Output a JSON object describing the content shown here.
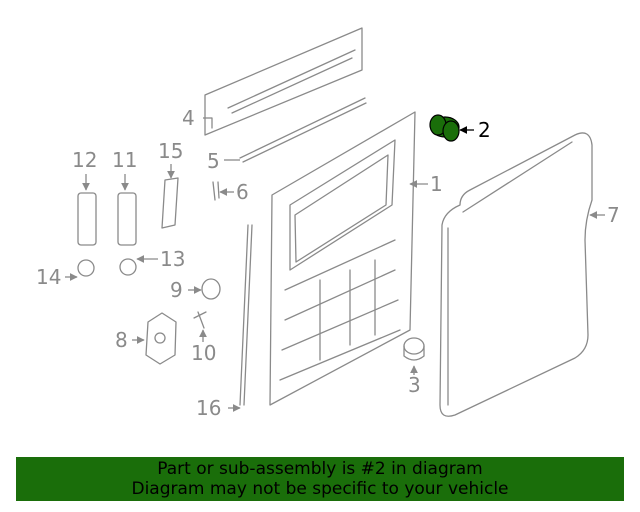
{
  "diagram": {
    "highlight_color": "#1a6e0a",
    "callouts": {
      "c1": "1",
      "c2": "2",
      "c3": "3",
      "c4": "4",
      "c5": "5",
      "c6": "6",
      "c7": "7",
      "c8": "8",
      "c9": "9",
      "c10": "10",
      "c11": "11",
      "c12": "12",
      "c13": "13",
      "c14": "14",
      "c15": "15",
      "c16": "16"
    },
    "highlighted_part": "2"
  },
  "banner": {
    "background": "#1a6e0a",
    "line1": "Part or sub-assembly is #2 in diagram",
    "line2": "Diagram may not be specific to your vehicle"
  }
}
